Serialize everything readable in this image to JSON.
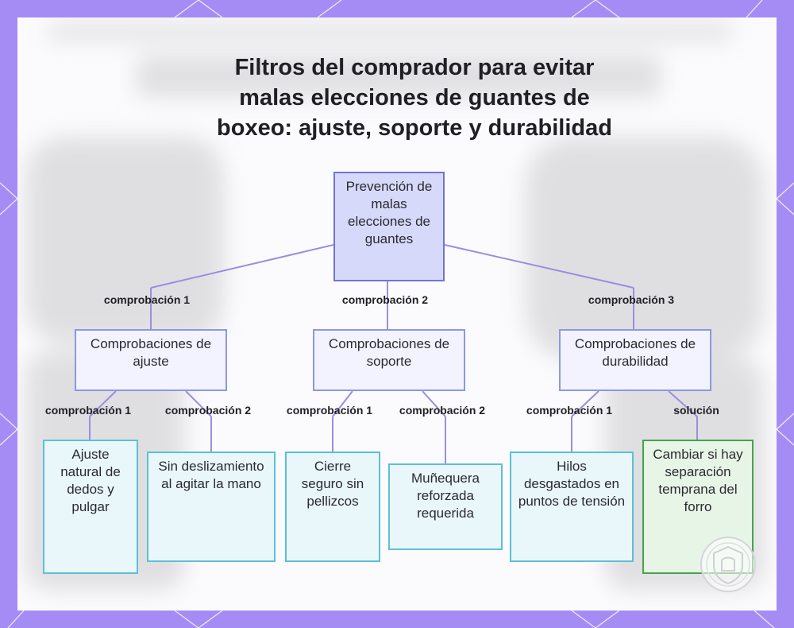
{
  "title": "Filtros del comprador para evitar malas elecciones de guantes de boxeo: ajuste, soporte y durabilidad",
  "colors": {
    "frame": "#a58cf4",
    "card": "#fbfbfd",
    "connector": "#9a8ee0",
    "root_fill": "#d7d9fb",
    "root_border": "#6f74d9",
    "check_fill": "#f2f3ff",
    "check_border": "#8f97dd",
    "leaf_fill": "#e9f7fb",
    "leaf_border": "#5cc0d4",
    "solution_fill": "#e7f5e7",
    "solution_border": "#46a24a"
  },
  "diagram": {
    "root": "Prevención de malas elecciones de guantes",
    "branches": [
      {
        "edge_label": "comprobación 1",
        "label": "Comprobaciones de ajuste",
        "children": [
          {
            "edge_label": "comprobación 1",
            "label": "Ajuste natural de dedos y pulgar"
          },
          {
            "edge_label": "comprobación 2",
            "label": "Sin deslizamiento al agitar la mano"
          }
        ]
      },
      {
        "edge_label": "comprobación 2",
        "label": "Comprobaciones de soporte",
        "children": [
          {
            "edge_label": "comprobación 1",
            "label": "Cierre seguro sin pellizcos"
          },
          {
            "edge_label": "comprobación 2",
            "label": "Muñequera reforzada requerida"
          }
        ]
      },
      {
        "edge_label": "comprobación 3",
        "label": "Comprobaciones de durabilidad",
        "children": [
          {
            "edge_label": "comprobación 1",
            "label": "Hilos desgastados en puntos de tensión"
          },
          {
            "edge_label": "solución",
            "label": "Cambiar si hay separación temprana del forro"
          }
        ]
      }
    ]
  }
}
